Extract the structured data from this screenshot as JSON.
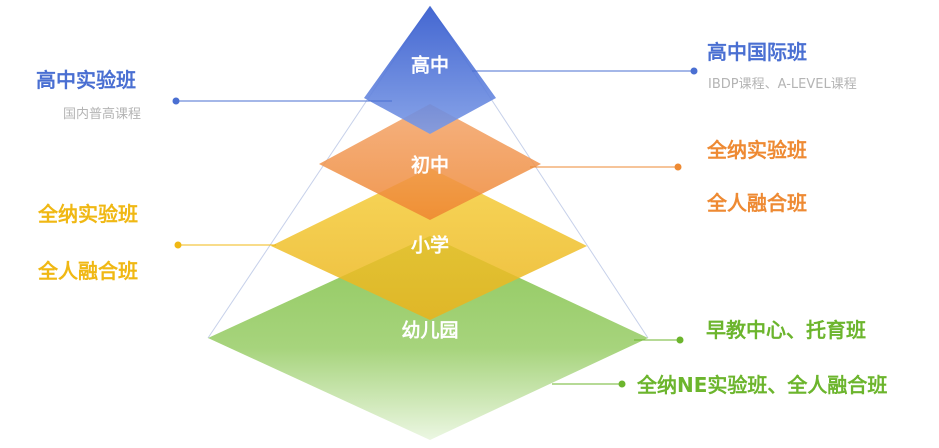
{
  "tiers": [
    {
      "key": "high",
      "label": "高中"
    },
    {
      "key": "middle",
      "label": "初中"
    },
    {
      "key": "primary",
      "label": "小学"
    },
    {
      "key": "kinder",
      "label": "幼儿园"
    }
  ],
  "left": {
    "high_title": "高中实验班",
    "high_sub": "国内普高课程",
    "primary_1": "全纳实验班",
    "primary_2": "全人融合班"
  },
  "right": {
    "high_title": "高中国际班",
    "high_sub": "IBDP课程、A-LEVEL课程",
    "middle_1": "全纳实验班",
    "middle_2": "全人融合班",
    "kinder_1": "早教中心、托育班",
    "kinder_2": "全纳NE实验班、全人融合班"
  },
  "colors": {
    "blue": "#4a6fd2",
    "orange": "#ee8a33",
    "yellow": "#f0b814",
    "green": "#6cb52d",
    "gray": "#b4b4b4"
  }
}
